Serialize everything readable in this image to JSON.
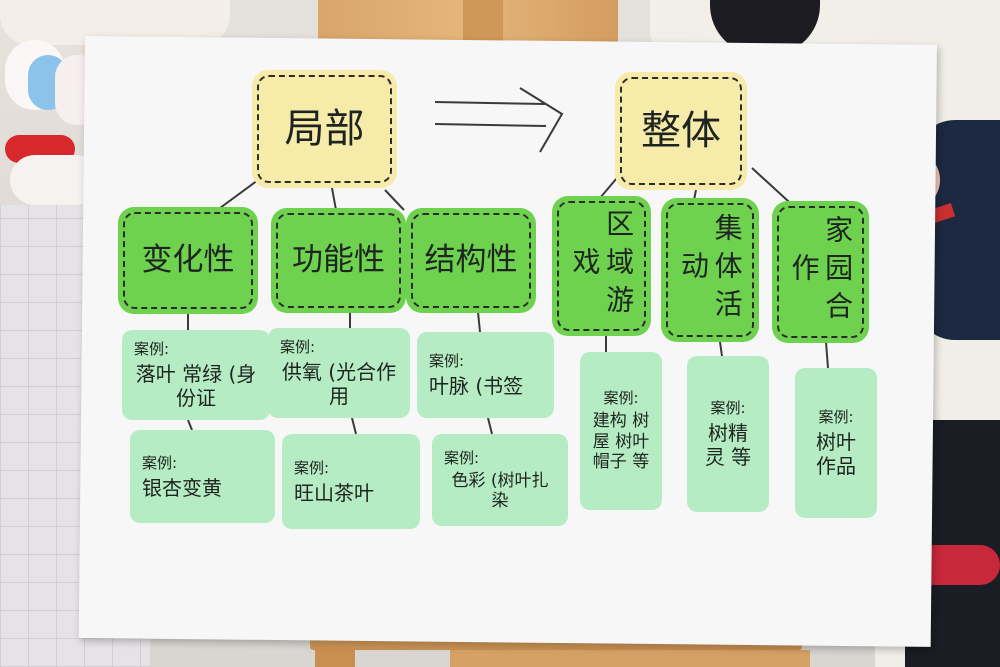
{
  "board": {
    "headers": {
      "left": "局部",
      "right": "整体",
      "arrow": "⟹"
    },
    "categories": [
      {
        "label": "变化性"
      },
      {
        "label": "功能性"
      },
      {
        "label": "结构性"
      },
      {
        "label": "区域游戏"
      },
      {
        "label": "集体活动"
      },
      {
        "label": "家园合作"
      }
    ],
    "cases": [
      {
        "label": "案例:",
        "text": "落叶 常绿 (身份证"
      },
      {
        "label": "案例:",
        "text": "银杏变黄"
      },
      {
        "label": "案例:",
        "text": "供氧 (光合作用"
      },
      {
        "label": "案例:",
        "text": "旺山茶叶"
      },
      {
        "label": "案例:",
        "text": "叶脉 (书签"
      },
      {
        "label": "案例:",
        "text": "色彩 (树叶扎染"
      },
      {
        "label": "案例:",
        "text": "建构 树屋 树叶帽子 等"
      },
      {
        "label": "案例:",
        "text": "树精灵 等"
      },
      {
        "label": "案例:",
        "text": "树叶 作品"
      }
    ]
  },
  "colors": {
    "yellow": "#f7ebaa",
    "green": "#6ed24f",
    "mint": "#b6ecc3",
    "board": "#f7f7f8"
  }
}
